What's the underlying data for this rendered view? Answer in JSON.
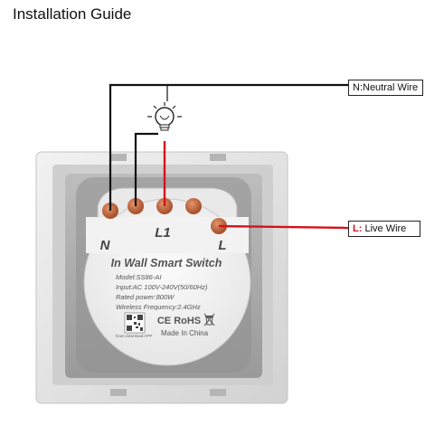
{
  "title": "Installation Guide",
  "wires": {
    "neutral": {
      "code": "N:",
      "label": "Neutral Wire"
    },
    "live": {
      "code": "L:",
      "label": "Live Wire"
    }
  },
  "module": {
    "terminal_top": "L1",
    "terminal_left": "N",
    "terminal_right": "L",
    "product_name": "In Wall Smart Switch",
    "specs": [
      "Model:SS86-AI",
      "Input:AC 100V-240V(50/60Hz)",
      "Rated power:800W",
      "Wireless Frequency:2.4GHz"
    ],
    "certifications": "CE RoHS",
    "qr_caption": "Scan download APP",
    "origin": "Made In China"
  },
  "colors": {
    "live_wire": "#d4121b",
    "neutral_wire": "#111111",
    "terminal": "#c8663a",
    "frame": "#dcdcdc",
    "module_body": "#f4f4f4"
  },
  "icons": {
    "bulb": "light-bulb-icon",
    "qr": "qr-code-icon",
    "recycle": "recycle-bin-icon"
  }
}
